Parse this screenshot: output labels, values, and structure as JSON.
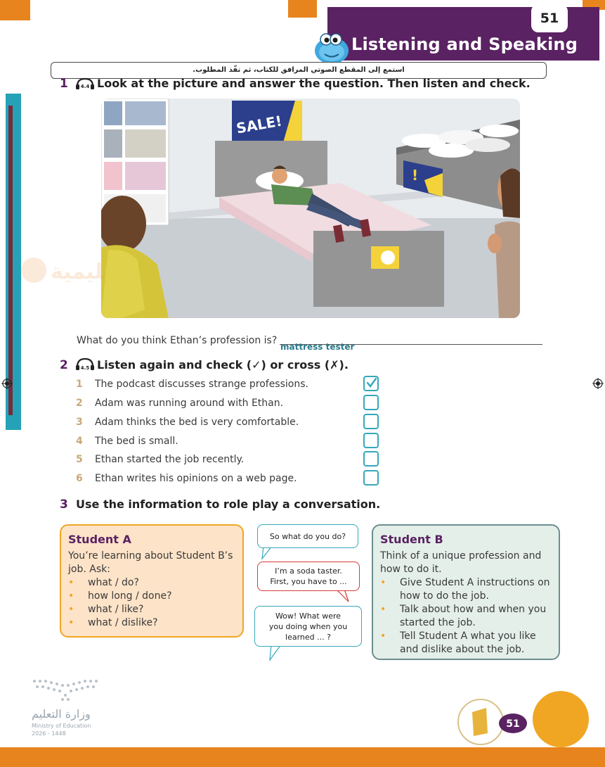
{
  "header": {
    "page_number": "51",
    "title": "Listening and Speaking"
  },
  "instruction_ar": "استمع إلى المقطع الصوتي المرافق للكتاب، ثم نفّذ المطلوب.",
  "exercise1": {
    "number": "1",
    "audio_track": "4.4",
    "instruction": "Look at the picture and answer the question. Then listen and check.",
    "sign_sale": "SALE!",
    "question": "What do you think Ethan’s profession is?",
    "answer": "mattress tester"
  },
  "exercise2": {
    "number": "2",
    "audio_track": "4.5",
    "instruction": "Listen again and check (✓) or cross (✗).",
    "items": [
      {
        "num": "1",
        "text": "The podcast discusses strange professions.",
        "checked": true
      },
      {
        "num": "2",
        "text": "Adam was running around with Ethan.",
        "checked": false
      },
      {
        "num": "3",
        "text": "Adam thinks the bed is very comfortable.",
        "checked": false
      },
      {
        "num": "4",
        "text": "The bed is small.",
        "checked": false
      },
      {
        "num": "5",
        "text": "Ethan started the job recently.",
        "checked": false
      },
      {
        "num": "6",
        "text": "Ethan writes his opinions on a web page.",
        "checked": false
      }
    ]
  },
  "exercise3": {
    "number": "3",
    "instruction": "Use the information to role play a conversation.",
    "student_a": {
      "title": "Student A",
      "intro_lines": [
        "You’re learning about Student B’s",
        "job. Ask:"
      ],
      "bullets": [
        "what / do?",
        "how long / done?",
        "what / like?",
        "what / dislike?"
      ]
    },
    "student_b": {
      "title": "Student B",
      "intro_lines": [
        "Think of a unique profession and",
        "how to do it."
      ],
      "bullets": [
        [
          "Give Student A instructions on",
          "how to do the job."
        ],
        [
          "Talk about how and when you",
          "started the job."
        ],
        [
          "Tell Student A what you like",
          "and dislike about the job."
        ]
      ]
    },
    "bubbles": [
      [
        "So what do you do?"
      ],
      [
        "I’m a soda taster.",
        "First, you have to ..."
      ],
      [
        "Wow! What were",
        "you doing when you",
        "learned ... ?"
      ]
    ]
  },
  "footer": {
    "ministry_ar": "وزارة التعليم",
    "ministry_en": "Ministry of Education",
    "years": "2026 - 1448",
    "badge_number": "51",
    "watermark_ar": "منصة مدرسية تعليمية"
  },
  "colors": {
    "accent_orange": "#e8841e",
    "header_purple": "#5a2262",
    "checkbox_teal": "#35a8ba",
    "card_a_fill": "#fde3c8",
    "card_b_fill": "#e4efea"
  }
}
